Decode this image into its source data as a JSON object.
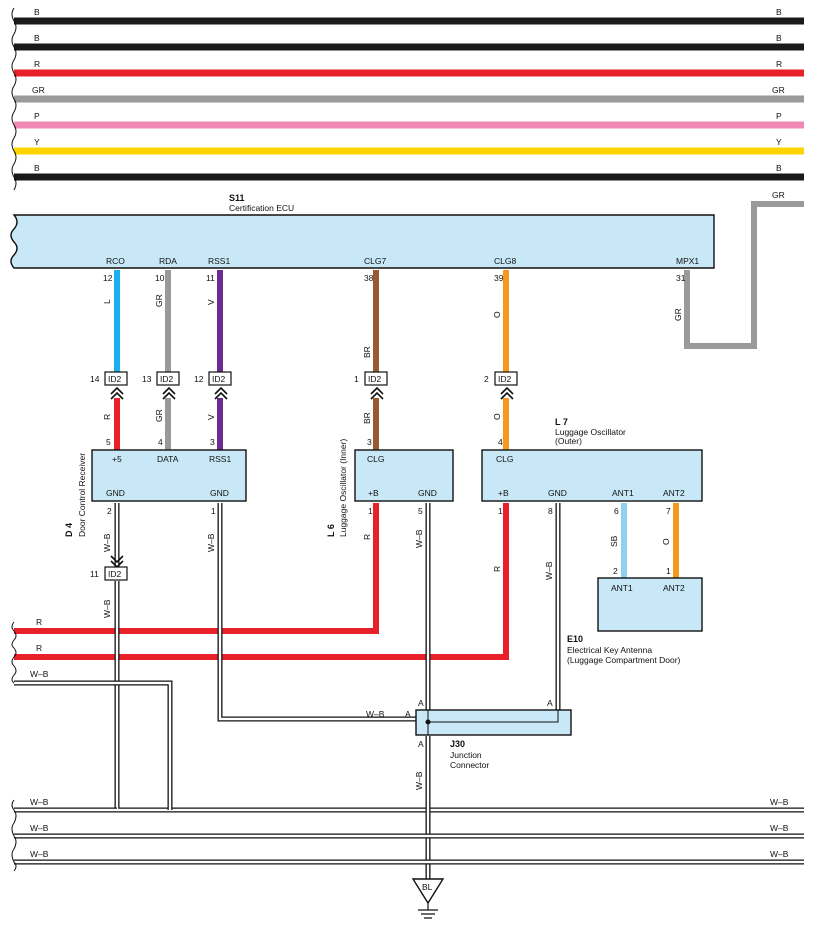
{
  "colors": {
    "B": "#1a1a1a",
    "R": "#e8202a",
    "GR": "#9a9a9a",
    "P": "#ef88b4",
    "Y": "#ffd400",
    "L": "#1ab0ee",
    "V": "#6a2a90",
    "BR": "#9a5a30",
    "O": "#f7981e",
    "SB": "#8fd0f0",
    "box": "#c8e8f8"
  },
  "top_buses": [
    {
      "code": "B",
      "label_left": "B",
      "label_right": "B"
    },
    {
      "code": "B",
      "label_left": "B",
      "label_right": "B"
    },
    {
      "code": "R",
      "label_left": "R",
      "label_right": "R"
    },
    {
      "code": "GR",
      "label_left": "GR",
      "label_right": "GR"
    },
    {
      "code": "P",
      "label_left": "P",
      "label_right": "P"
    },
    {
      "code": "Y",
      "label_left": "Y",
      "label_right": "Y"
    },
    {
      "code": "B",
      "label_left": "B",
      "label_right": "B"
    }
  ],
  "ecu": {
    "id": "S11",
    "name": "Certification ECU",
    "gr_tap": "GR",
    "pins": [
      {
        "name": "RCO",
        "num": "12",
        "wire": "L"
      },
      {
        "name": "RDA",
        "num": "10",
        "wire": "GR"
      },
      {
        "name": "RSS1",
        "num": "11",
        "wire": "V"
      },
      {
        "name": "CLG7",
        "num": "38",
        "wire": "BR"
      },
      {
        "name": "CLG8",
        "num": "39",
        "wire": "O"
      },
      {
        "name": "MPX1",
        "num": "31",
        "wire": "GR"
      }
    ]
  },
  "junctions_id2": [
    {
      "num": "14",
      "label": "ID2"
    },
    {
      "num": "13",
      "label": "ID2"
    },
    {
      "num": "12",
      "label": "ID2"
    },
    {
      "num": "1",
      "label": "ID2"
    },
    {
      "num": "2",
      "label": "ID2"
    },
    {
      "num": "11",
      "label": "ID2"
    }
  ],
  "lower_wires": {
    "w1": "R",
    "w2": "GR",
    "w3": "V",
    "w4": "BR",
    "w5": "O"
  },
  "d4": {
    "id": "D 4",
    "name": "Door Control Receiver",
    "pins_top": [
      {
        "name": "+5",
        "num": "5"
      },
      {
        "name": "DATA",
        "num": "4"
      },
      {
        "name": "RSS1",
        "num": "3"
      }
    ],
    "pins_bottom": [
      {
        "name": "GND",
        "num": "2",
        "wire": "W–B"
      },
      {
        "name": "GND",
        "num": "1",
        "wire": "W–B"
      }
    ]
  },
  "l6": {
    "id": "L 6",
    "name": "Luggage Oscillator (Inner)",
    "pin_top": {
      "name": "CLG",
      "num": "3"
    },
    "pins_bottom": [
      {
        "name": "+B",
        "num": "1",
        "wire": "R"
      },
      {
        "name": "GND",
        "num": "5",
        "wire": "W–B"
      }
    ]
  },
  "l7": {
    "id": "L 7",
    "name": "Luggage Oscillator",
    "sub": "(Outer)",
    "pin_top": {
      "name": "CLG",
      "num": "4"
    },
    "pins_bottom": [
      {
        "name": "+B",
        "num": "1",
        "wire": "R"
      },
      {
        "name": "GND",
        "num": "8",
        "wire": "W–B"
      },
      {
        "name": "ANT1",
        "num": "6",
        "wire": "SB"
      },
      {
        "name": "ANT2",
        "num": "7",
        "wire": "O"
      }
    ]
  },
  "e10": {
    "id": "E10",
    "name": "Electrical Key Antenna",
    "sub": "(Luggage Compartment Door)",
    "pins": [
      {
        "name": "ANT1",
        "num": "2"
      },
      {
        "name": "ANT2",
        "num": "1"
      }
    ]
  },
  "j30": {
    "id": "J30",
    "name": "Junction",
    "sub": "Connector",
    "pin": "A",
    "wire_out": "W–B",
    "wire_in": "W–B"
  },
  "id2_below_wire": "W–B",
  "ground": {
    "label": "BL"
  },
  "mid_buses": [
    {
      "code": "R",
      "label": "R"
    },
    {
      "code": "R",
      "label": "R"
    },
    {
      "code": "WB",
      "label": "W–B"
    }
  ],
  "bottom_buses": [
    {
      "label_left": "W–B",
      "label_right": "W–B"
    },
    {
      "label_left": "W–B",
      "label_right": "W–B"
    },
    {
      "label_left": "W–B",
      "label_right": "W–B"
    }
  ]
}
